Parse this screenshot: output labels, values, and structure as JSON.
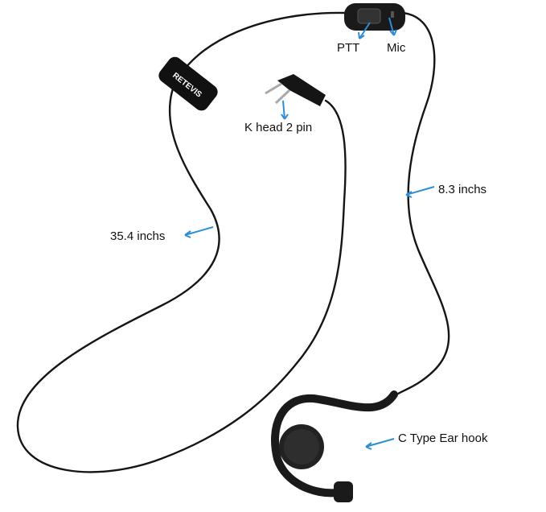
{
  "labels": {
    "ptt": "PTT",
    "mic": "Mic",
    "k_head": "K head 2 pin",
    "short_cable": "8.3 inchs",
    "long_cable": "35.4 inchs",
    "ear_hook": "C Type Ear hook"
  },
  "brand_logo": "RETEVIS",
  "colors": {
    "arrow": "#2a8fd8",
    "cable": "#111111"
  }
}
